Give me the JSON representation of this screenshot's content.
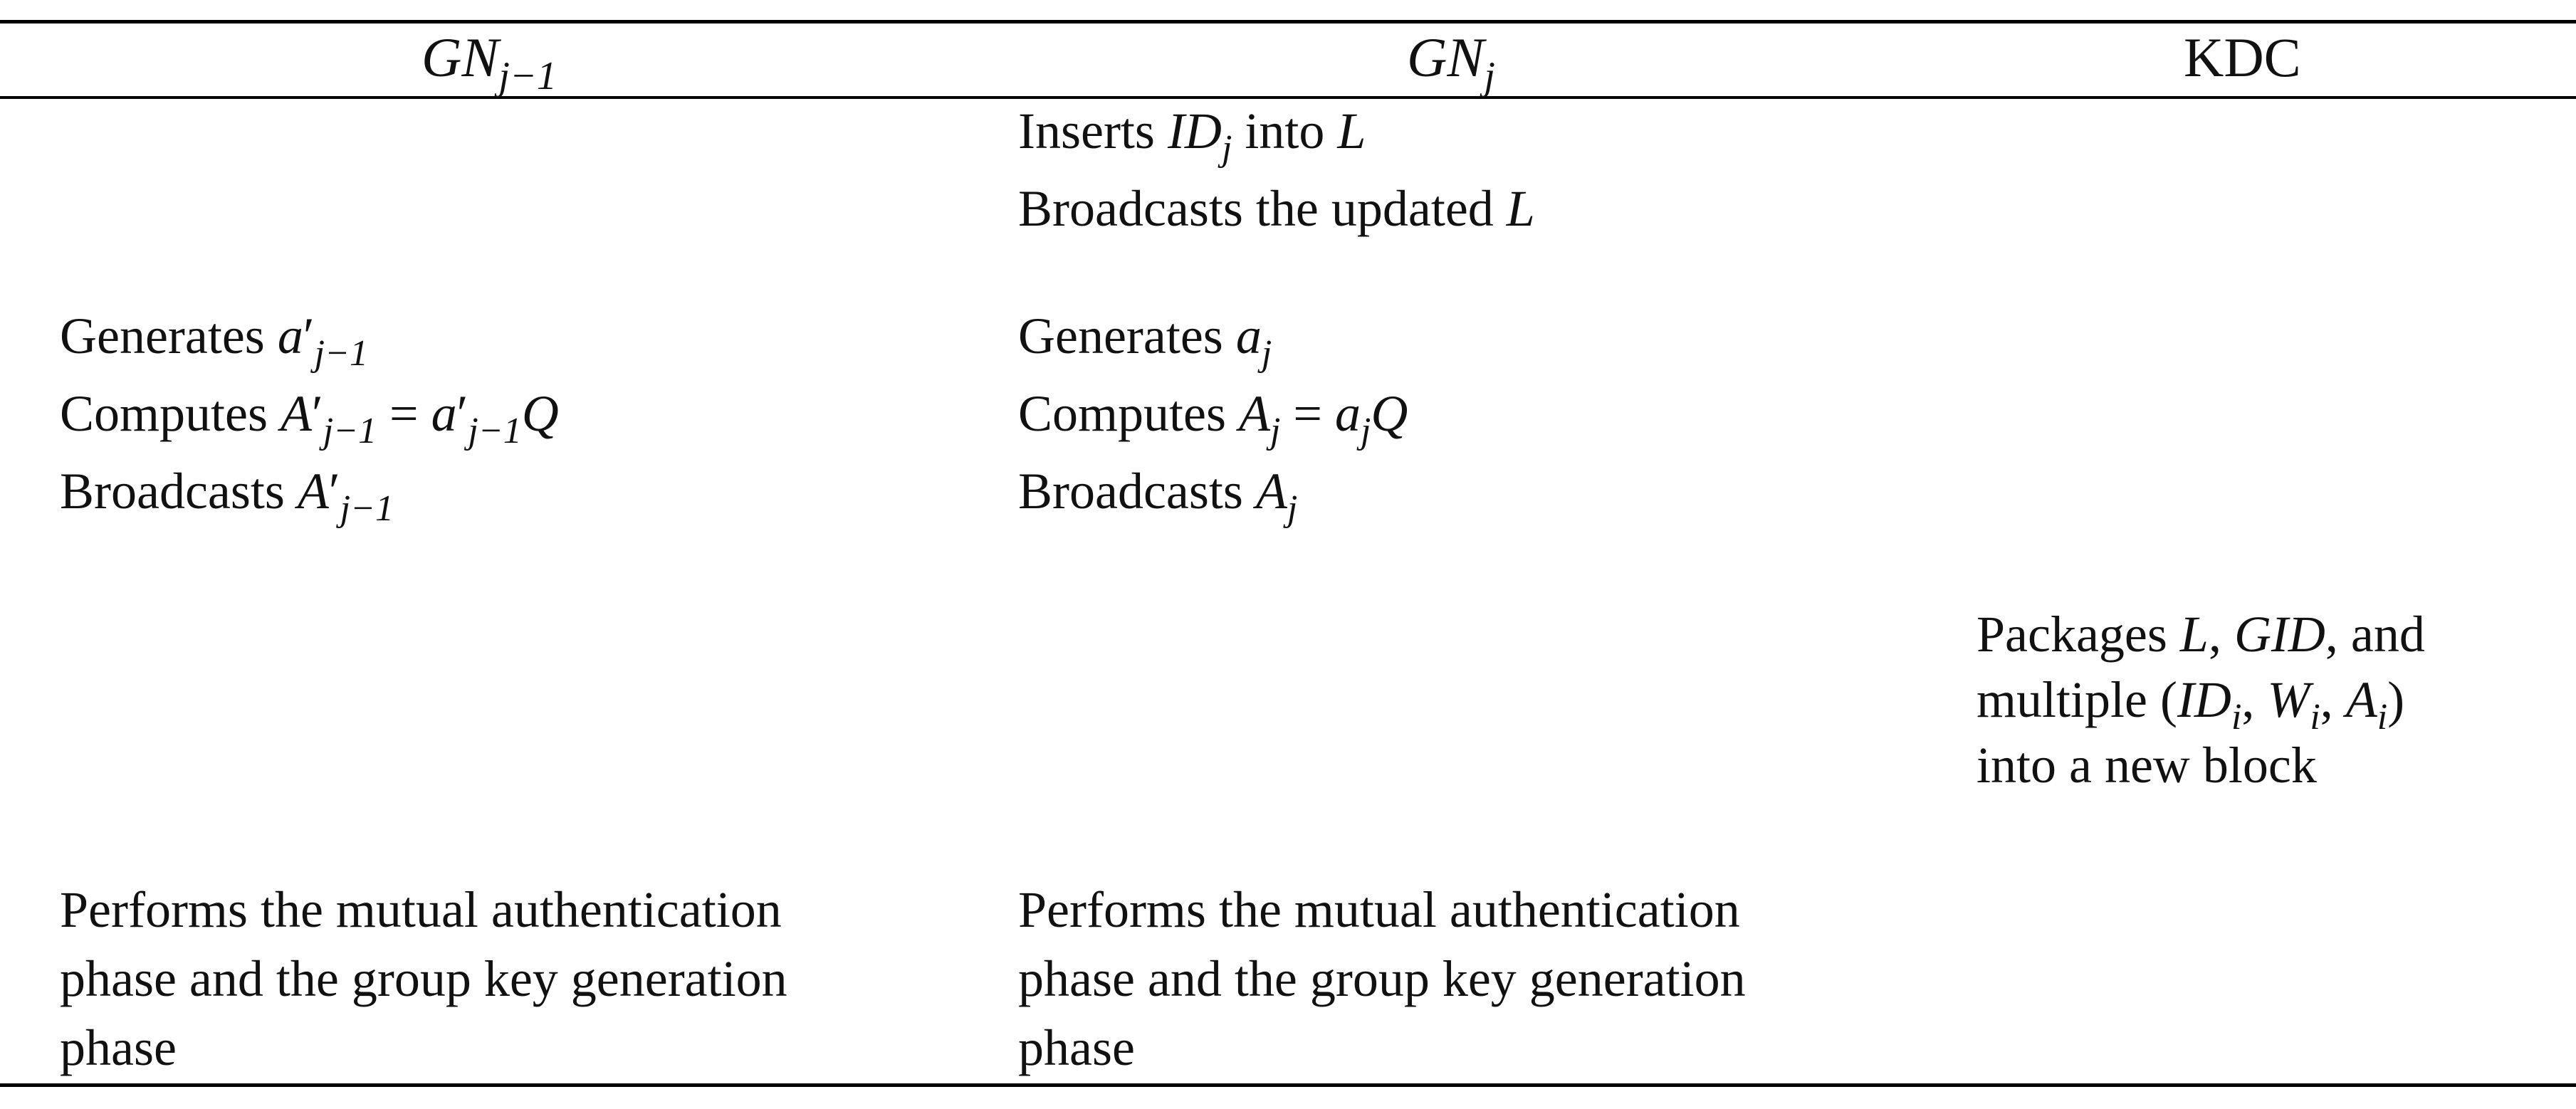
{
  "header": {
    "col1": "GN",
    "col1_sub": "j−1",
    "col2": "GN",
    "col2_sub": "j",
    "col3": "KDC"
  },
  "row1": {
    "gnj_line1_pre": "Inserts ",
    "gnj_line1_var": "ID",
    "gnj_line1_sub": "j",
    "gnj_line1_mid": " into ",
    "gnj_line1_list": "L",
    "gnj_line2_pre": "Broadcasts the updated ",
    "gnj_line2_list": "L"
  },
  "row2": {
    "prev_line1": "Generates ",
    "prev_line2": "Computes ",
    "prev_line3": "Broadcasts ",
    "cur_line1": "Generates ",
    "cur_line2": "Computes ",
    "cur_line3": "Broadcasts "
  },
  "row3": {
    "kdc_line1": "Packages L, GID, and",
    "kdc_line2": "multiple (IDi, Wi, Ai)",
    "kdc_line3": "into a new block"
  },
  "row4": {
    "prev_line1": "Performs the mutual authentication",
    "prev_line2": "phase and the group key generation",
    "prev_line3": "phase",
    "cur_line1": "Performs the mutual authentication",
    "cur_line2": "phase and the group key generation",
    "cur_line3": "phase"
  }
}
